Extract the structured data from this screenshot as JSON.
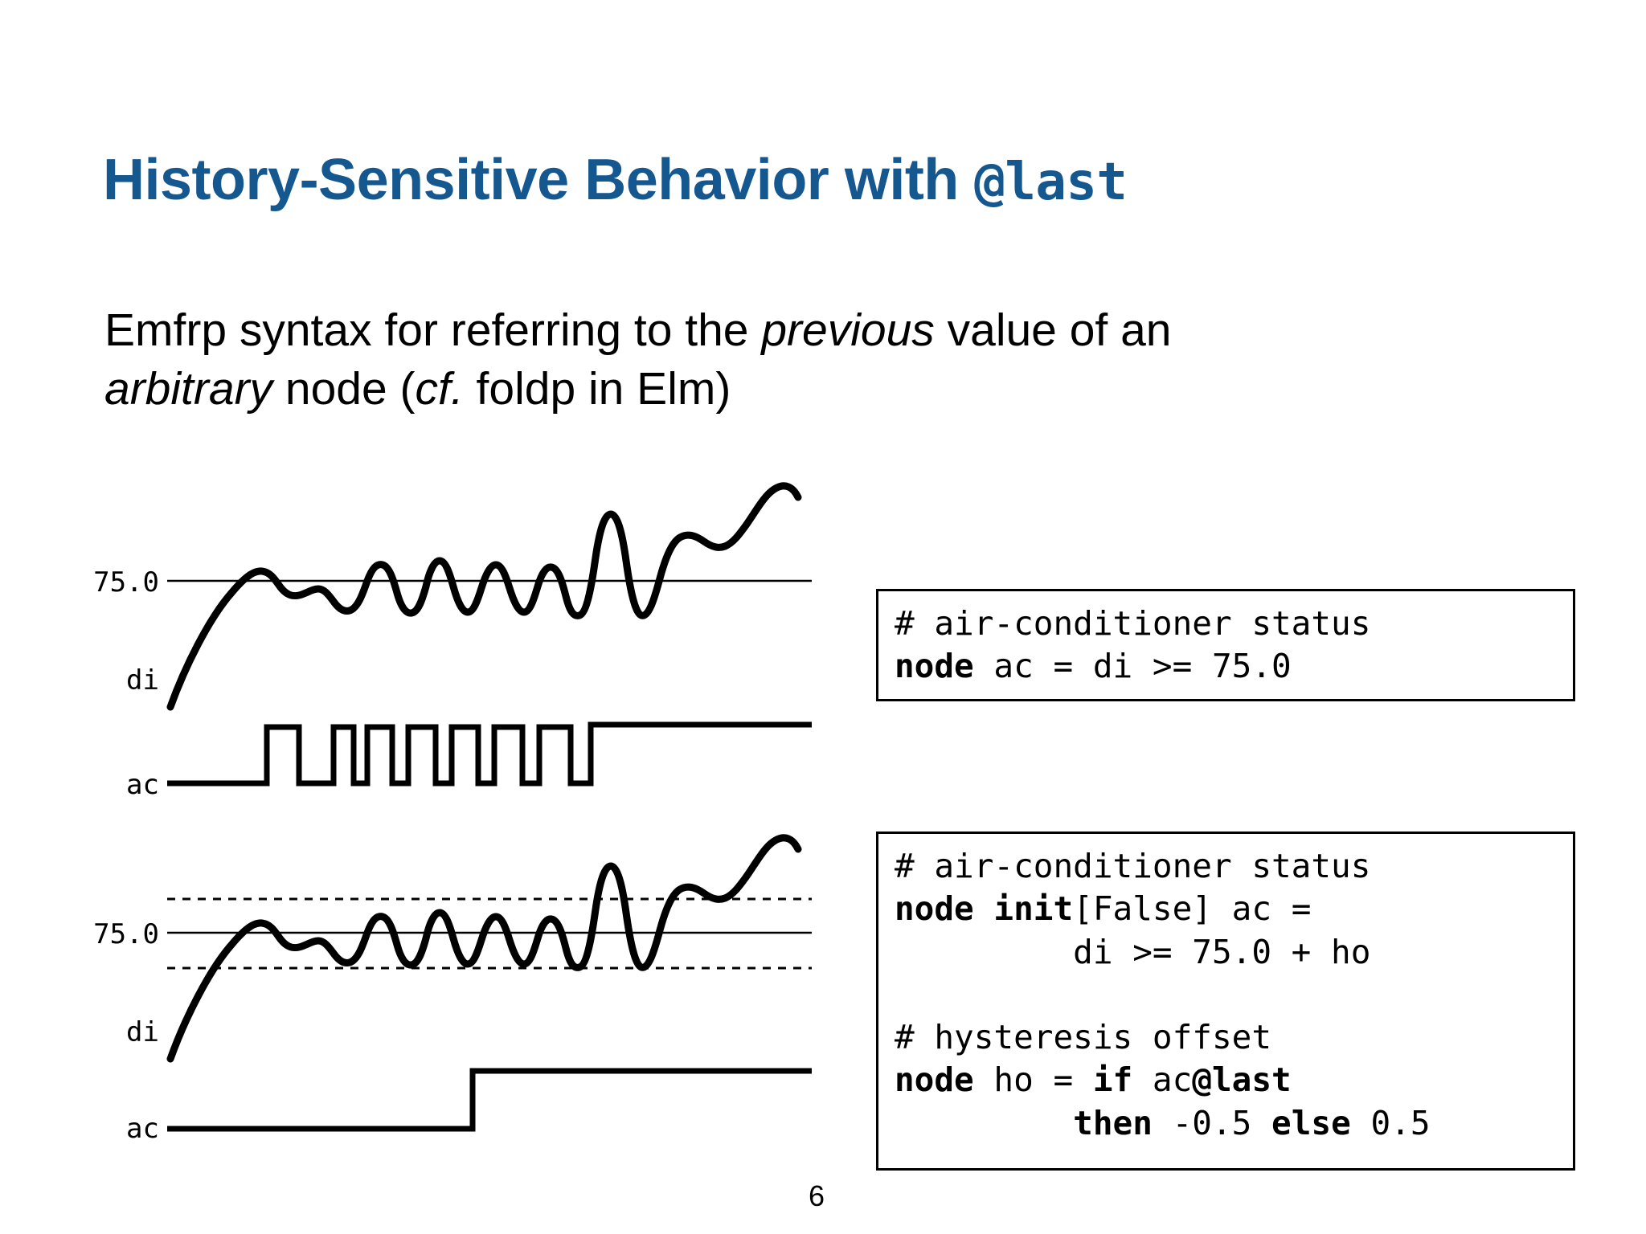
{
  "slide": {
    "title_prefix": "History-Sensitive Behavior with ",
    "title_code": "@last",
    "title_color": "#15578F",
    "page_number": "6"
  },
  "body": {
    "line1_a": "Emfrp syntax for referring to the ",
    "line1_em": "previous",
    "line1_b": " value of an",
    "line2_em": "arbitrary",
    "line2_a": " node (",
    "line2_em2": "cf.",
    "line2_b": " foldp in Elm)"
  },
  "code_blocks": [
    {
      "id": "code-box-1",
      "lines": [
        {
          "segments": [
            {
              "text": "# air-conditioner status",
              "bold": false
            }
          ]
        },
        {
          "segments": [
            {
              "text": "node",
              "bold": true
            },
            {
              "text": " ac = di >= 75.0",
              "bold": false
            }
          ]
        }
      ]
    },
    {
      "id": "code-box-2",
      "lines": [
        {
          "segments": [
            {
              "text": "# air-conditioner status",
              "bold": false
            }
          ]
        },
        {
          "segments": [
            {
              "text": "node init",
              "bold": true
            },
            {
              "text": "[False] ac =",
              "bold": false
            }
          ]
        },
        {
          "segments": [
            {
              "text": "         di >= 75.0 + ho",
              "bold": false
            }
          ]
        },
        {
          "segments": [
            {
              "text": "",
              "bold": false
            }
          ]
        },
        {
          "segments": [
            {
              "text": "# hysteresis offset",
              "bold": false
            }
          ]
        },
        {
          "segments": [
            {
              "text": "node",
              "bold": true
            },
            {
              "text": " ho = ",
              "bold": false
            },
            {
              "text": "if",
              "bold": true
            },
            {
              "text": " ac",
              "bold": false
            },
            {
              "text": "@last",
              "bold": true
            }
          ]
        },
        {
          "segments": [
            {
              "text": "         ",
              "bold": false
            },
            {
              "text": "then",
              "bold": true
            },
            {
              "text": " -0.5 ",
              "bold": false
            },
            {
              "text": "else",
              "bold": true
            },
            {
              "text": " 0.5",
              "bold": false
            }
          ]
        }
      ]
    }
  ],
  "chart_data": [
    {
      "type": "line",
      "name": "without-hysteresis",
      "title": "Discomfort index di crossing a single 75.0 threshold, with ac toggling on every crossing",
      "series": [
        {
          "name": "di",
          "label": "di",
          "style": "thick-curve"
        },
        {
          "name": "ac",
          "label": "ac",
          "style": "square-wave"
        }
      ],
      "threshold_labels": [
        "75.0"
      ],
      "thresholds": [
        {
          "value": 75.0,
          "style": "solid"
        }
      ],
      "axis_label_di": "di",
      "axis_label_ac": "ac",
      "ac_pulse_count": 7,
      "ac_final_state": "on",
      "grid": false,
      "legend": "none"
    },
    {
      "type": "line",
      "name": "with-hysteresis",
      "title": "Same di signal with hysteresis band 75.0 +/- 0.5; ac switches on only once",
      "series": [
        {
          "name": "di",
          "label": "di",
          "style": "thick-curve"
        },
        {
          "name": "ac",
          "label": "ac",
          "style": "step"
        }
      ],
      "threshold_labels": [
        "75.0"
      ],
      "thresholds": [
        {
          "value": 75.5,
          "style": "dashed"
        },
        {
          "value": 75.0,
          "style": "solid"
        },
        {
          "value": 74.5,
          "style": "dashed"
        }
      ],
      "axis_label_di": "di",
      "axis_label_ac": "ac",
      "ac_pulse_count": 1,
      "ac_final_state": "on",
      "grid": false,
      "legend": "none"
    }
  ]
}
